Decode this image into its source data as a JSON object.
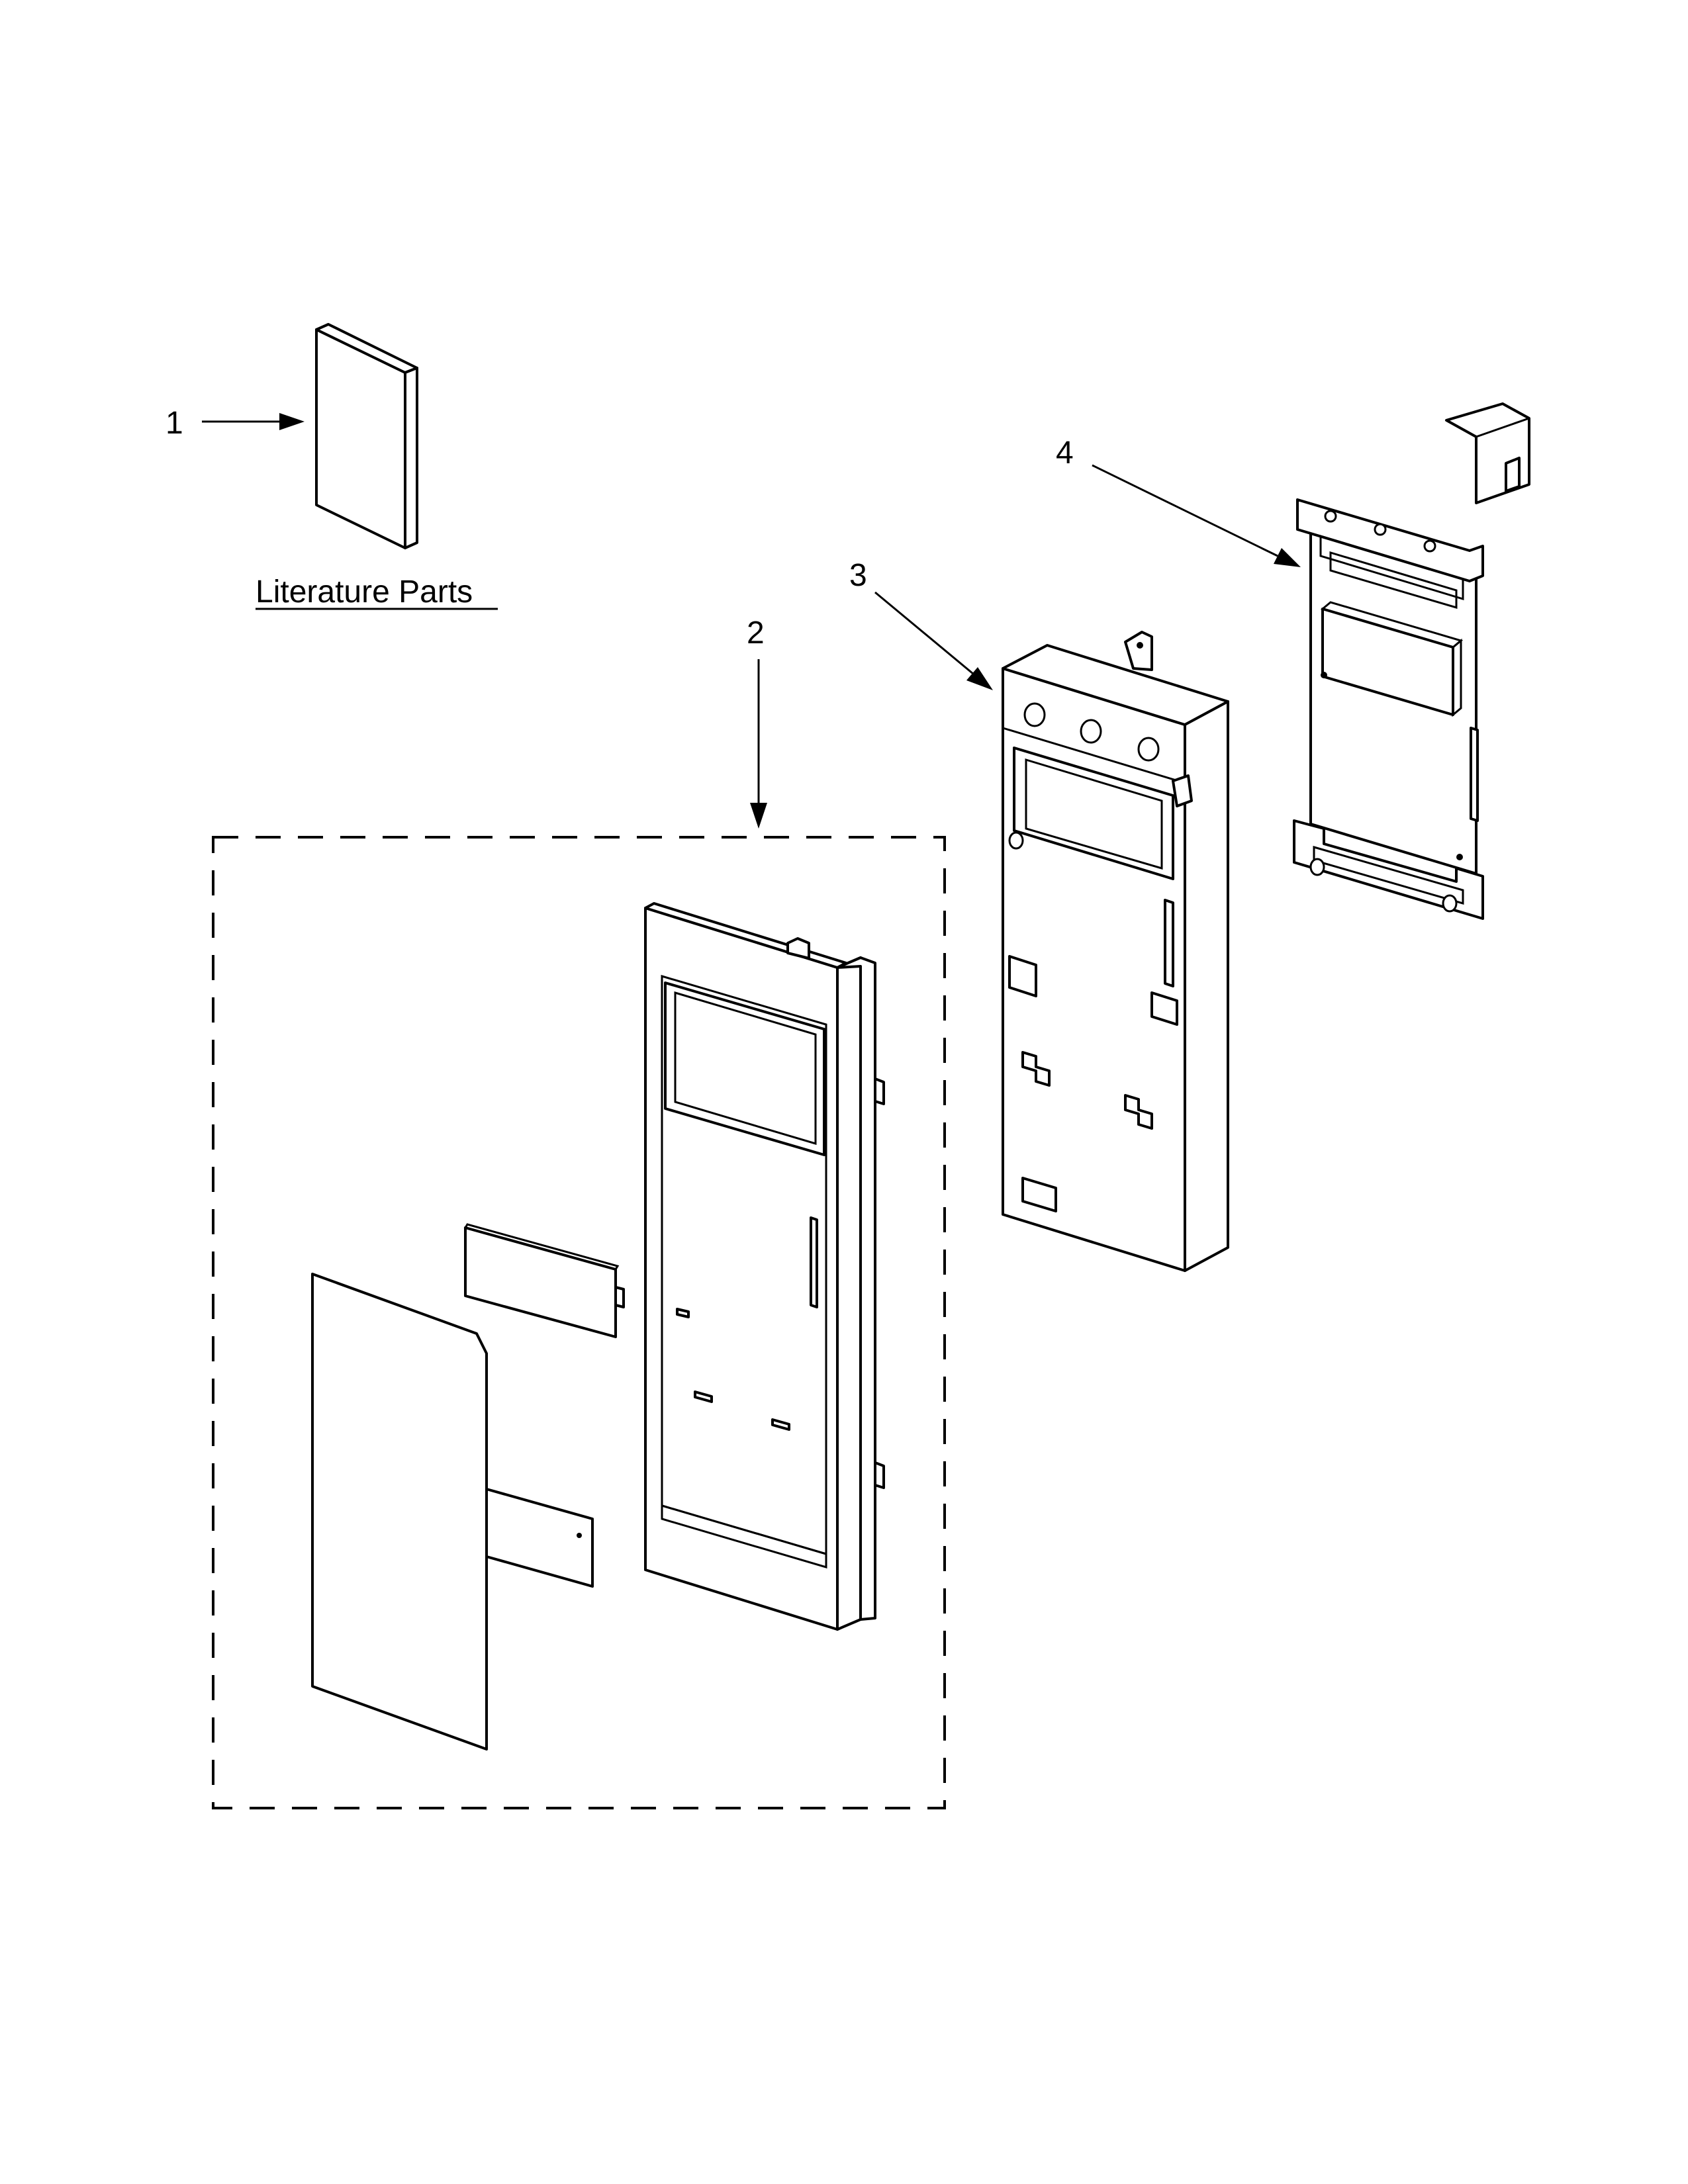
{
  "diagram": {
    "callouts": {
      "item1": "1",
      "item2": "2",
      "item3": "3",
      "item4": "4"
    },
    "caption": "Literature Parts"
  }
}
